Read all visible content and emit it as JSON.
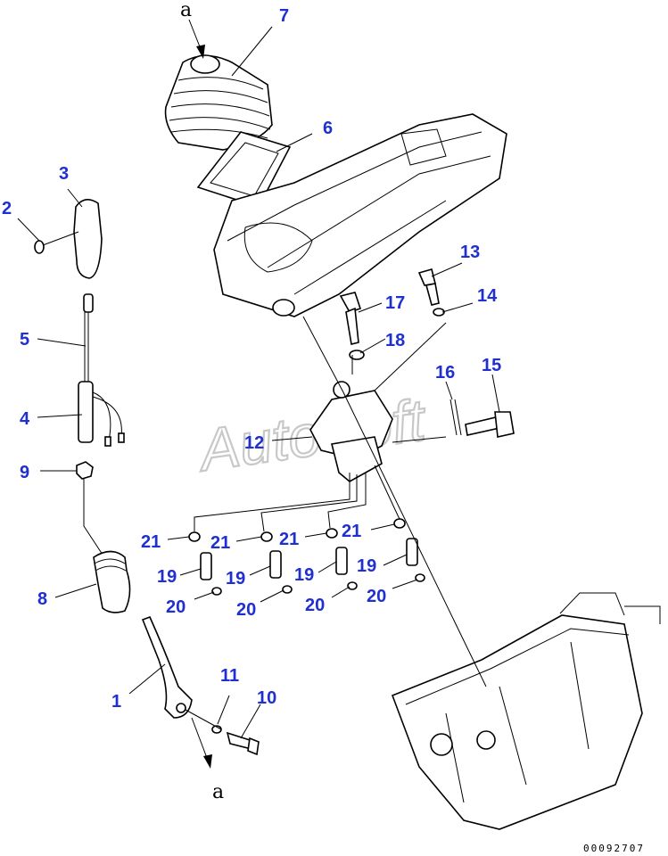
{
  "watermark": "AutoSoft",
  "document_number": "00092707",
  "reference_marks": [
    "a",
    "a"
  ],
  "callouts": [
    "1",
    "2",
    "3",
    "4",
    "5",
    "6",
    "7",
    "8",
    "9",
    "10",
    "11",
    "12",
    "13",
    "14",
    "15",
    "16",
    "17",
    "18",
    "19",
    "19",
    "19",
    "19",
    "20",
    "20",
    "20",
    "20",
    "21",
    "21",
    "21",
    "21"
  ],
  "colors": {
    "callout": "#1f2fd0",
    "line": "#000000",
    "watermark": "#c8c8c8"
  }
}
